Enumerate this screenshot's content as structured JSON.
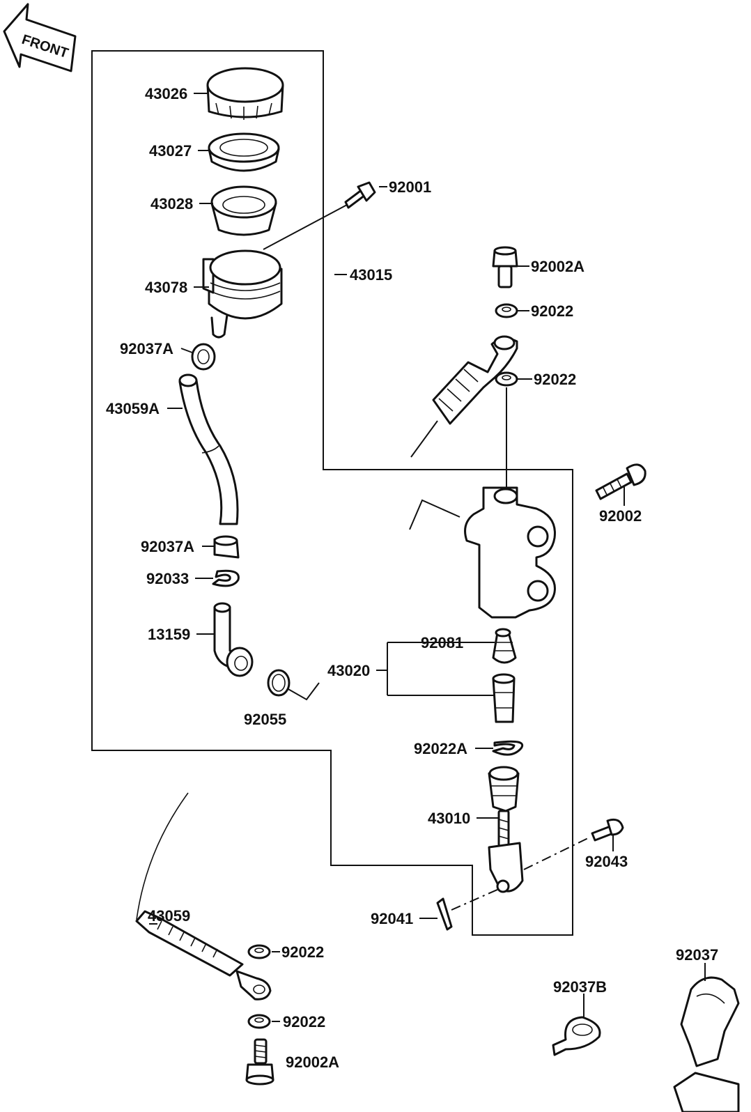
{
  "front_arrow": {
    "text": "FRONT"
  },
  "parts": {
    "p43026": "43026",
    "p43027": "43027",
    "p43028": "43028",
    "p92001": "92001",
    "p43078": "43078",
    "p43015": "43015",
    "p92002A_top": "92002A",
    "p92022_a": "92022",
    "p92022_b": "92022",
    "p92037A_top": "92037A",
    "p43059A": "43059A",
    "p92002": "92002",
    "p92037A_mid": "92037A",
    "p92033": "92033",
    "p13159": "13159",
    "p92081": "92081",
    "p43020": "43020",
    "p92055": "92055",
    "p92022A": "92022A",
    "p43010": "43010",
    "p92043": "92043",
    "p92041": "92041",
    "p43059": "43059",
    "p92022_c": "92022",
    "p92022_d": "92022",
    "p92002A_bottom": "92002A",
    "p92037B": "92037B",
    "p92037": "92037"
  }
}
